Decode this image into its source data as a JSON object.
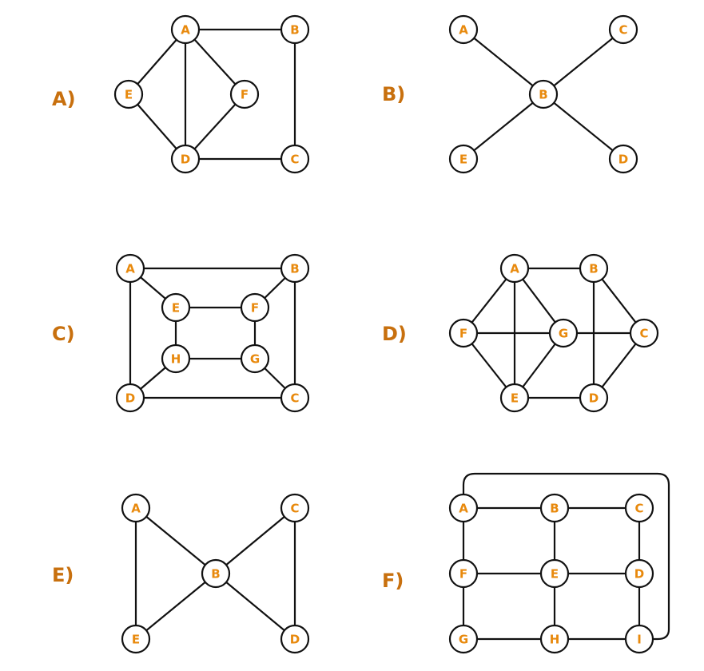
{
  "colors": {
    "label": "#e8890c",
    "panel_label": "#c8700e",
    "stroke": "#111111"
  },
  "panels": [
    {
      "id": "A",
      "label": "A)",
      "nodes": [
        "A",
        "B",
        "C",
        "D",
        "E",
        "F"
      ],
      "edges": [
        [
          "A",
          "B"
        ],
        [
          "B",
          "C"
        ],
        [
          "C",
          "D"
        ],
        [
          "A",
          "E"
        ],
        [
          "E",
          "D"
        ],
        [
          "A",
          "D"
        ],
        [
          "A",
          "F"
        ],
        [
          "F",
          "D"
        ]
      ]
    },
    {
      "id": "B",
      "label": "B)",
      "nodes": [
        "A",
        "B",
        "C",
        "D",
        "E"
      ],
      "edges": [
        [
          "A",
          "B"
        ],
        [
          "C",
          "B"
        ],
        [
          "E",
          "B"
        ],
        [
          "D",
          "B"
        ]
      ]
    },
    {
      "id": "C",
      "label": "C)",
      "nodes": [
        "A",
        "B",
        "C",
        "D",
        "E",
        "F",
        "G",
        "H"
      ],
      "edges": [
        [
          "A",
          "B"
        ],
        [
          "B",
          "C"
        ],
        [
          "C",
          "D"
        ],
        [
          "D",
          "A"
        ],
        [
          "E",
          "F"
        ],
        [
          "F",
          "G"
        ],
        [
          "G",
          "H"
        ],
        [
          "H",
          "E"
        ],
        [
          "A",
          "E"
        ],
        [
          "B",
          "F"
        ],
        [
          "C",
          "G"
        ],
        [
          "D",
          "H"
        ]
      ]
    },
    {
      "id": "D",
      "label": "D)",
      "nodes": [
        "A",
        "B",
        "C",
        "D",
        "E",
        "F",
        "G"
      ],
      "edges": [
        [
          "A",
          "B"
        ],
        [
          "A",
          "F"
        ],
        [
          "A",
          "E"
        ],
        [
          "A",
          "G"
        ],
        [
          "F",
          "G"
        ],
        [
          "F",
          "E"
        ],
        [
          "G",
          "E"
        ],
        [
          "G",
          "C"
        ],
        [
          "B",
          "C"
        ],
        [
          "B",
          "D"
        ],
        [
          "C",
          "D"
        ],
        [
          "E",
          "D"
        ]
      ]
    },
    {
      "id": "E",
      "label": "E)",
      "nodes": [
        "A",
        "B",
        "C",
        "D",
        "E"
      ],
      "edges": [
        [
          "A",
          "B"
        ],
        [
          "C",
          "B"
        ],
        [
          "B",
          "E"
        ],
        [
          "B",
          "D"
        ],
        [
          "A",
          "E"
        ],
        [
          "C",
          "D"
        ]
      ]
    },
    {
      "id": "F",
      "label": "F)",
      "nodes": [
        "A",
        "B",
        "C",
        "D",
        "E",
        "F",
        "G",
        "H",
        "I"
      ],
      "edges": [
        [
          "A",
          "B"
        ],
        [
          "B",
          "C"
        ],
        [
          "F",
          "E"
        ],
        [
          "E",
          "D"
        ],
        [
          "G",
          "H"
        ],
        [
          "H",
          "I"
        ],
        [
          "A",
          "F"
        ],
        [
          "F",
          "G"
        ],
        [
          "B",
          "E"
        ],
        [
          "E",
          "H"
        ],
        [
          "C",
          "D"
        ],
        [
          "D",
          "I"
        ],
        [
          "A",
          "I"
        ]
      ]
    }
  ]
}
